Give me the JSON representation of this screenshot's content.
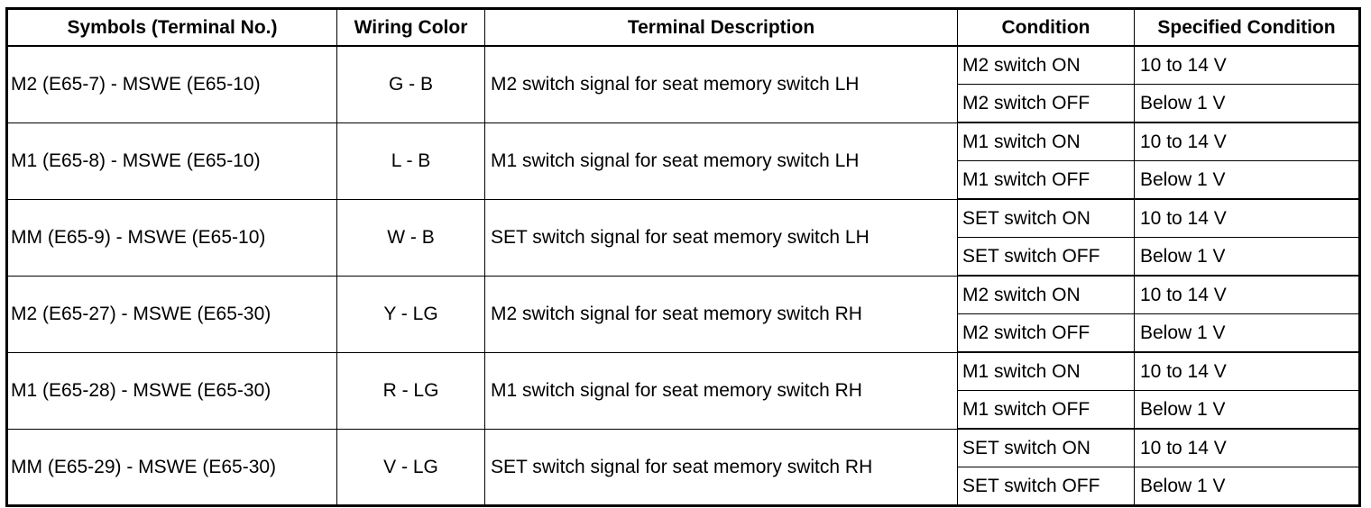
{
  "headers": {
    "symbols": "Symbols (Terminal No.)",
    "wiring_color": "Wiring Color",
    "terminal_description": "Terminal Description",
    "condition": "Condition",
    "specified_condition": "Specified Condition"
  },
  "rows": [
    {
      "symbols": "M2 (E65-7) - MSWE (E65-10)",
      "wiring_color": "G - B",
      "description": "M2 switch signal for seat memory switch LH",
      "conditions": [
        {
          "condition": "M2 switch ON",
          "specified": "10 to 14 V"
        },
        {
          "condition": "M2 switch OFF",
          "specified": "Below 1 V"
        }
      ]
    },
    {
      "symbols": "M1 (E65-8) - MSWE (E65-10)",
      "wiring_color": "L - B",
      "description": "M1 switch signal for seat memory switch LH",
      "conditions": [
        {
          "condition": "M1 switch ON",
          "specified": "10 to 14 V"
        },
        {
          "condition": "M1 switch OFF",
          "specified": "Below 1 V"
        }
      ]
    },
    {
      "symbols": "MM (E65-9) - MSWE (E65-10)",
      "wiring_color": "W - B",
      "description": "SET switch signal for seat memory switch LH",
      "conditions": [
        {
          "condition": "SET switch ON",
          "specified": "10 to 14 V"
        },
        {
          "condition": "SET switch OFF",
          "specified": "Below 1 V"
        }
      ]
    },
    {
      "symbols": "M2 (E65-27) - MSWE (E65-30)",
      "wiring_color": "Y - LG",
      "description": "M2 switch signal for seat memory switch RH",
      "conditions": [
        {
          "condition": "M2 switch ON",
          "specified": "10 to 14 V"
        },
        {
          "condition": "M2 switch OFF",
          "specified": "Below 1 V"
        }
      ]
    },
    {
      "symbols": "M1 (E65-28) - MSWE (E65-30)",
      "wiring_color": "R - LG",
      "description": "M1 switch signal for seat memory switch RH",
      "conditions": [
        {
          "condition": "M1 switch ON",
          "specified": "10 to 14 V"
        },
        {
          "condition": "M1 switch OFF",
          "specified": "Below 1 V"
        }
      ]
    },
    {
      "symbols": "MM (E65-29) - MSWE (E65-30)",
      "wiring_color": "V - LG",
      "description": "SET switch signal for seat memory switch RH",
      "conditions": [
        {
          "condition": "SET switch ON",
          "specified": "10 to 14 V"
        },
        {
          "condition": "SET switch OFF",
          "specified": "Below 1 V"
        }
      ]
    }
  ]
}
